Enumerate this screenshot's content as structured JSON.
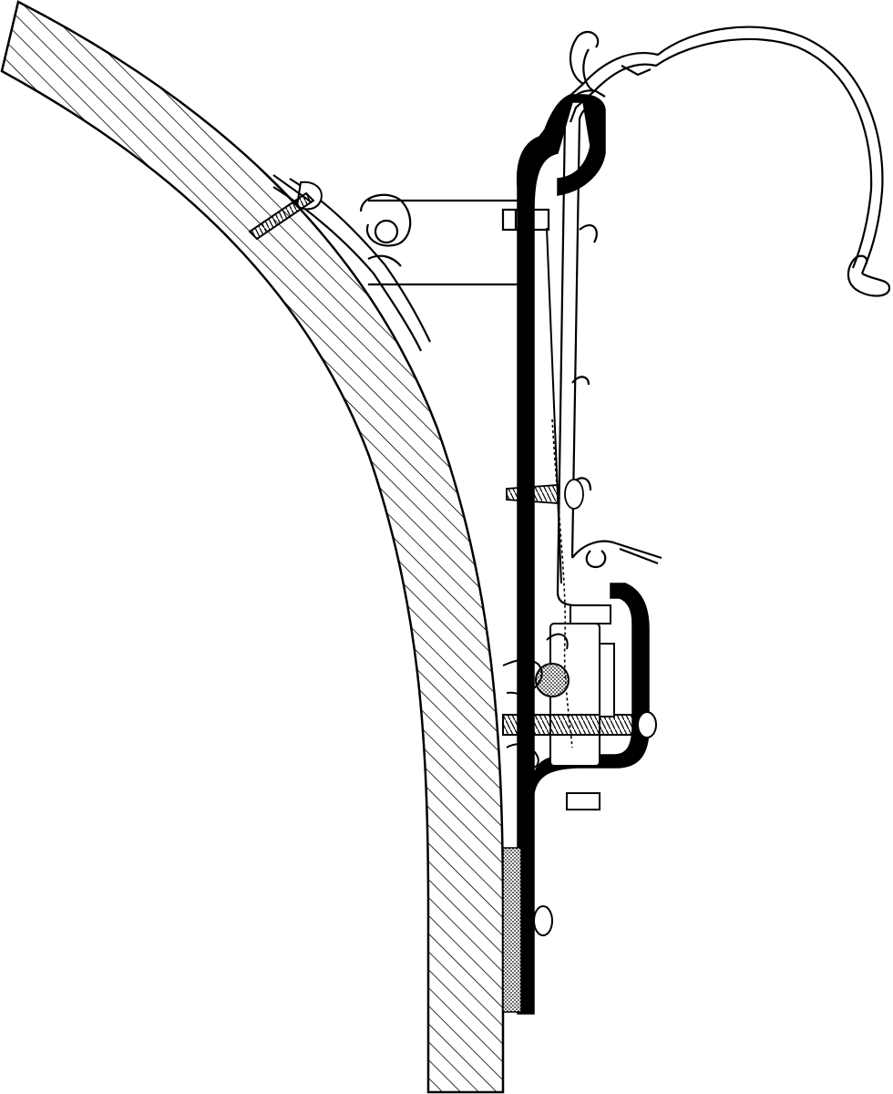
{
  "diagram": {
    "kind": "technical cross-section line drawing",
    "labels": [],
    "colors": {
      "line": "#000000",
      "background": "#ffffff",
      "fill_dark": "#000000",
      "hatch": "#000000"
    },
    "components": [
      {
        "id": "curved-wall",
        "pattern": "diagonal-hatch"
      },
      {
        "id": "upper-wall-bracket"
      },
      {
        "id": "wall-screw"
      },
      {
        "id": "mounting-rail",
        "fill": "solid-black"
      },
      {
        "id": "awning-profile"
      },
      {
        "id": "awning-hook-curve"
      },
      {
        "id": "bolt-clamp-assembly"
      },
      {
        "id": "adhesive-strip",
        "pattern": "stipple"
      },
      {
        "id": "middle-screw"
      },
      {
        "id": "lower-screw"
      }
    ]
  }
}
